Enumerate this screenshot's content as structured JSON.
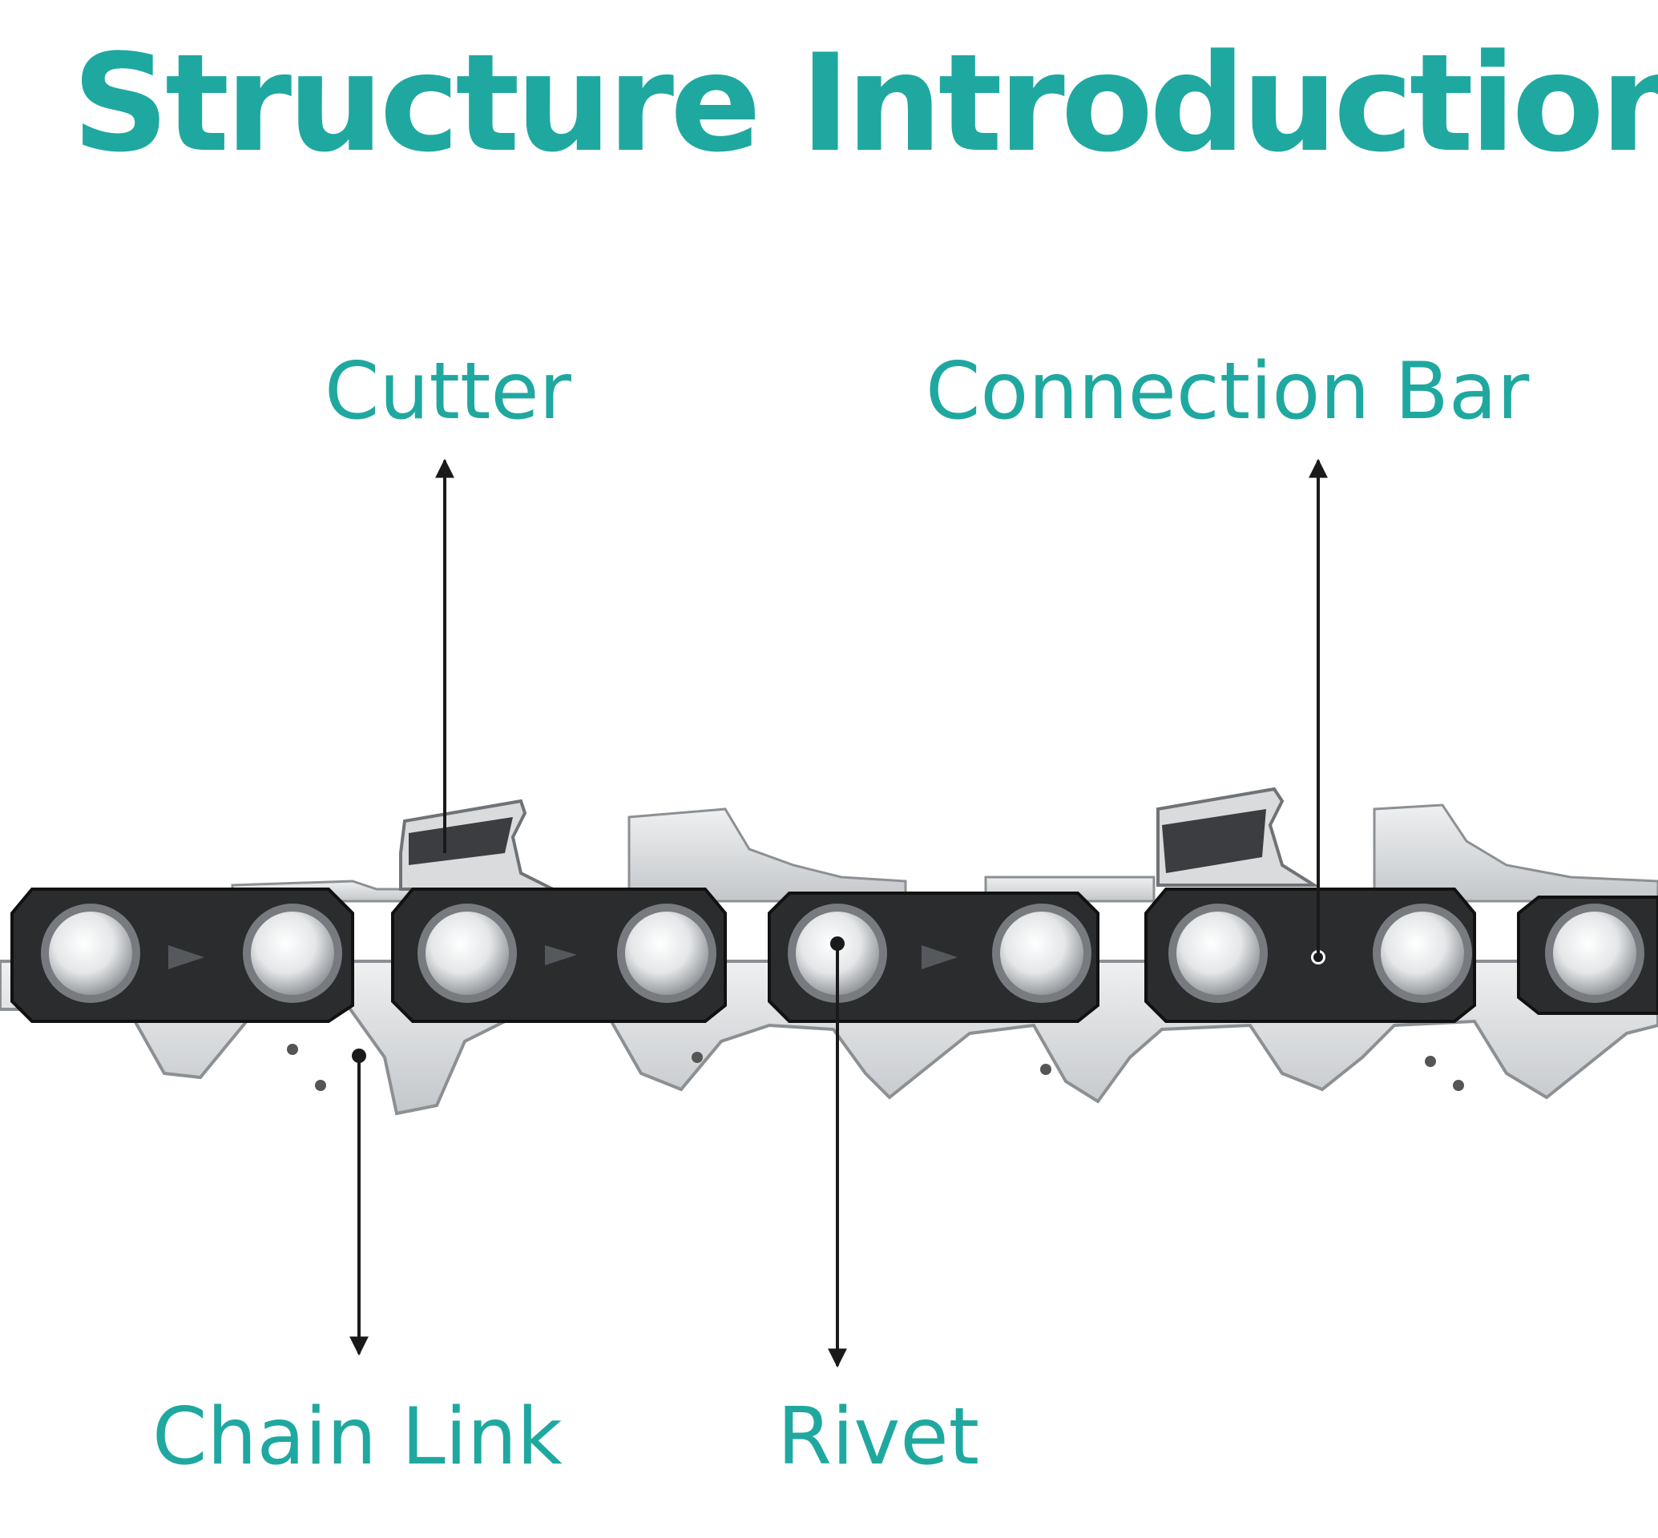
{
  "title": "Structure Introduction",
  "labels": {
    "cutter": "Cutter",
    "connection_bar": "Connection Bar",
    "chain_link": "Chain Link",
    "rivet": "Rivet"
  },
  "colors": {
    "accent": "#1fa8a0",
    "steel": "#d6d8da",
    "steel_dark": "#9ea2a6",
    "plate": "#2a2c2e",
    "arrow": "#1a1a1a"
  }
}
